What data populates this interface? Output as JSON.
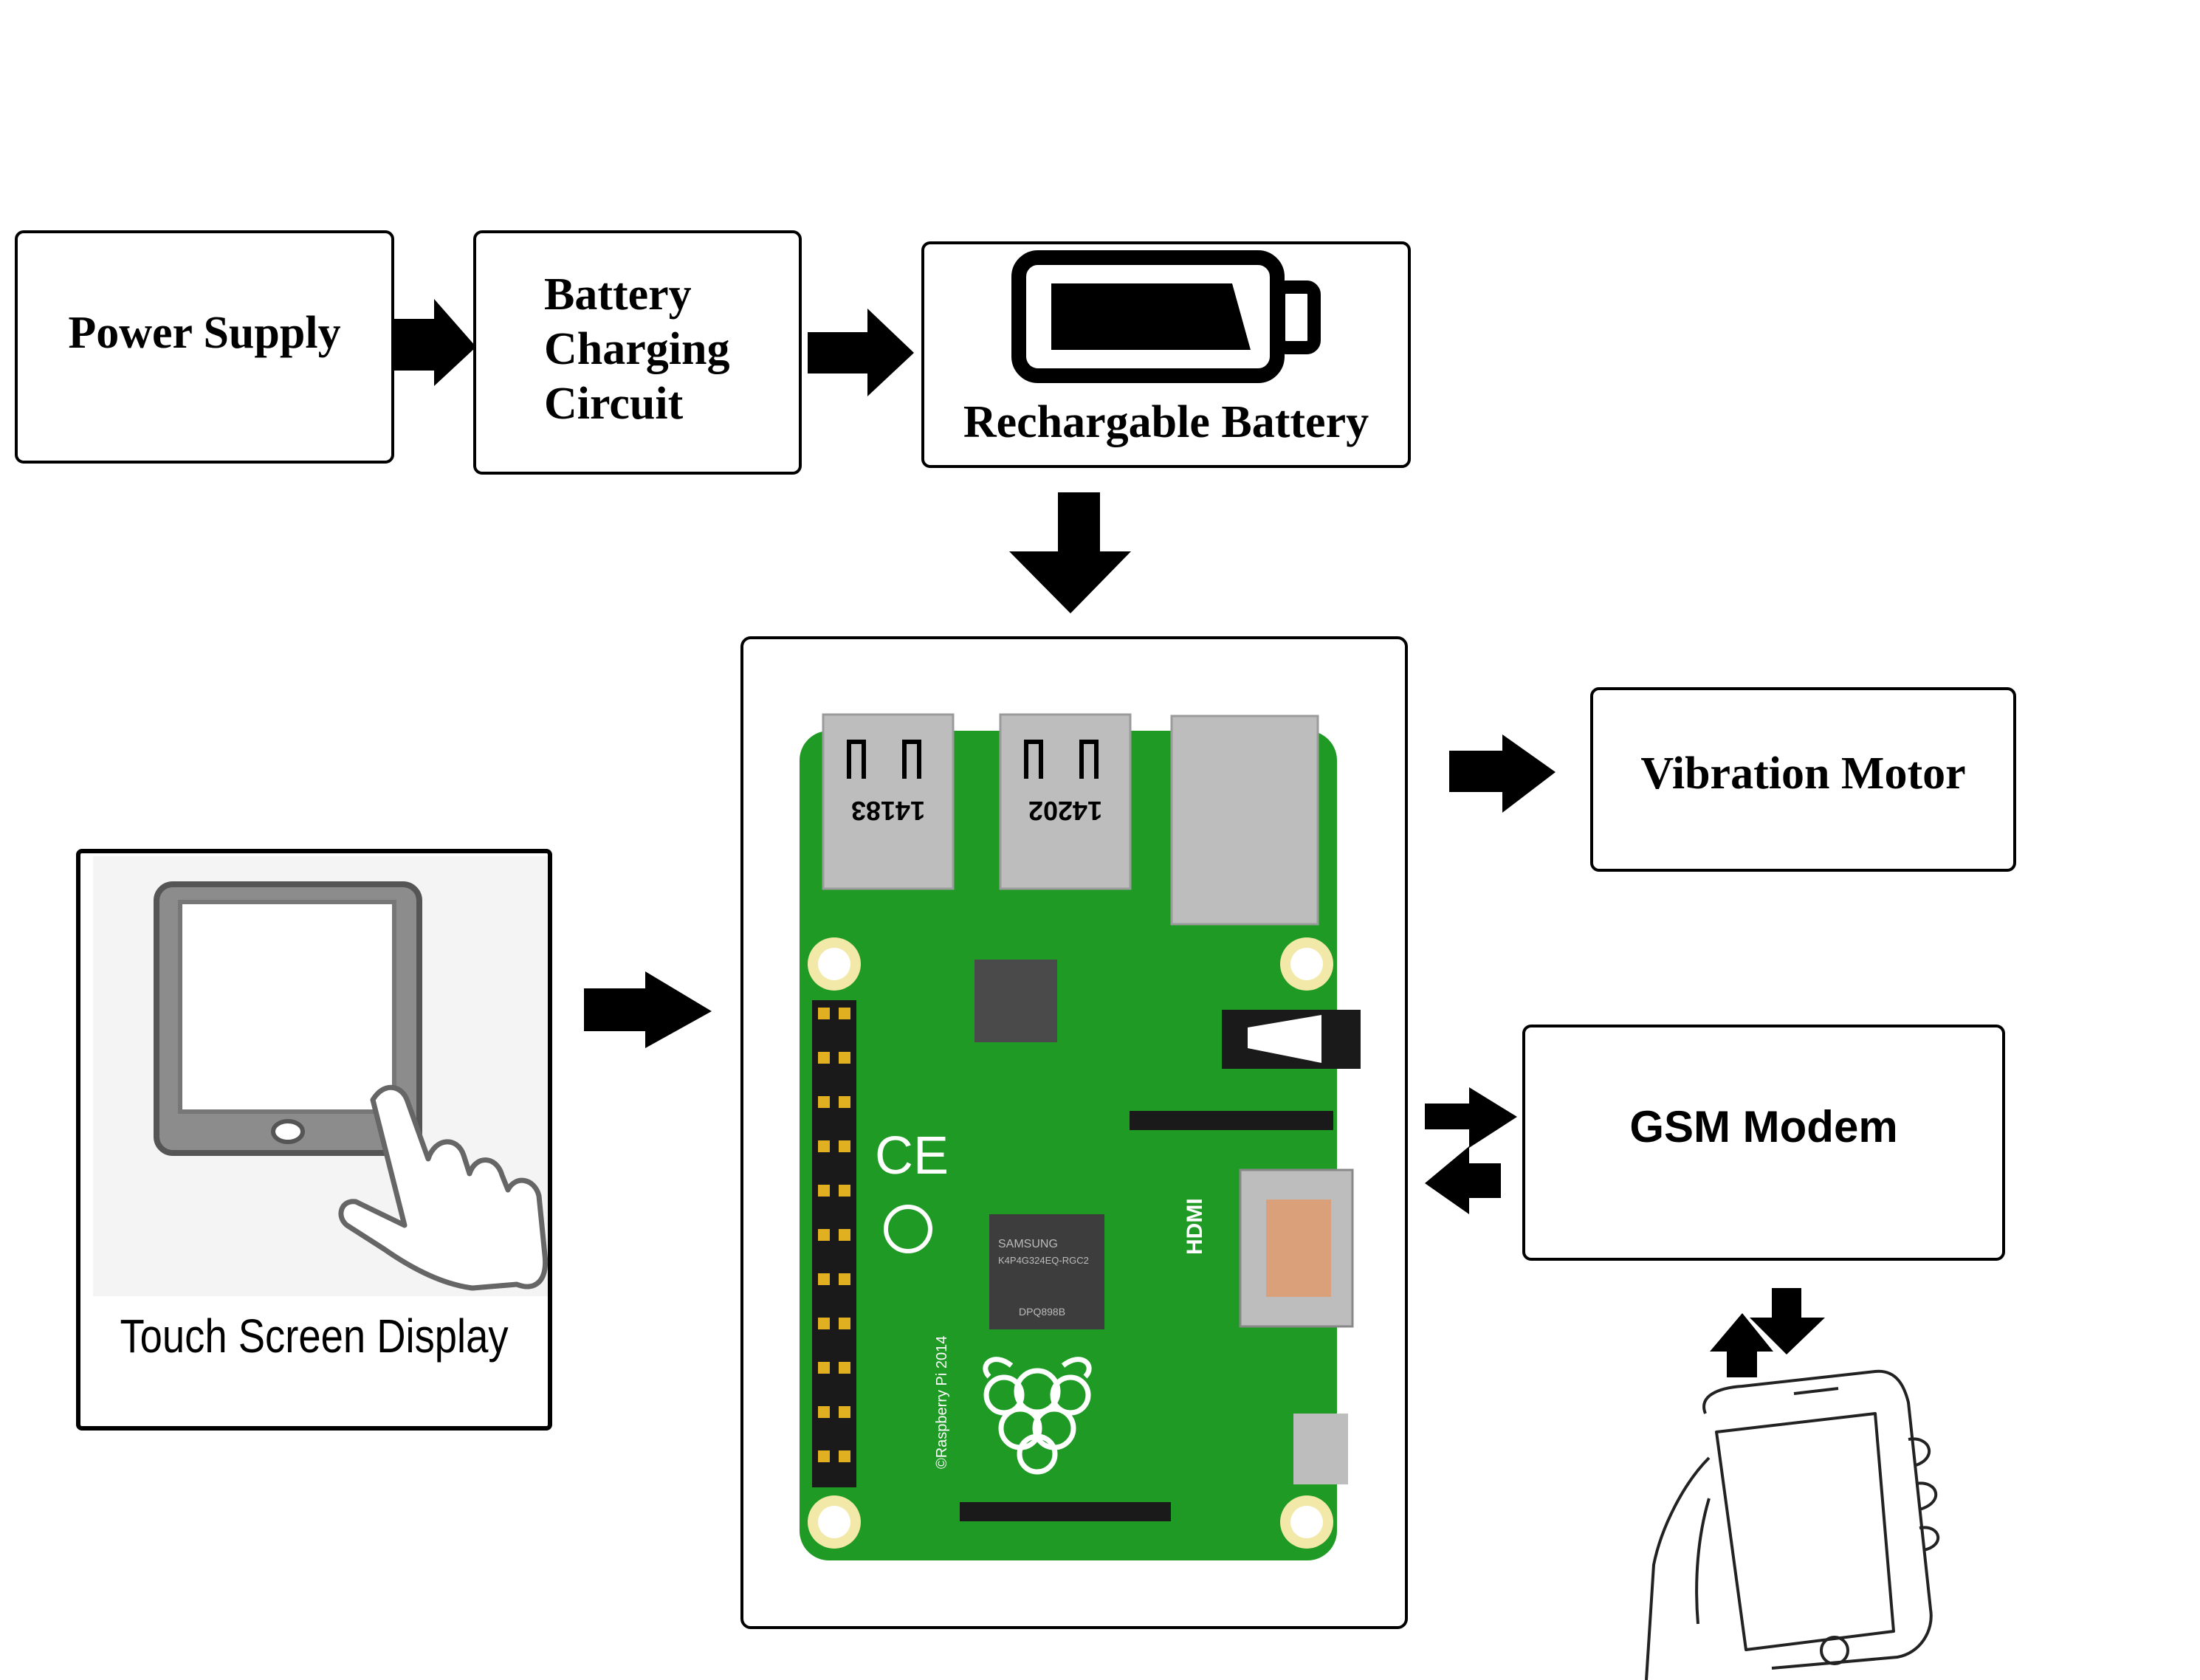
{
  "blocks": {
    "power_supply": "Power Supply",
    "battery_charging_circuit": [
      "Battery",
      "Charging",
      "Circuit"
    ],
    "rechargeable_battery": "Rechargable Battery",
    "vibration_motor": "Vibration Motor",
    "gsm_modem": "GSM Modem",
    "touch_screen": "Touch Screen Display"
  },
  "board": {
    "usb_labels": [
      "14183",
      "14202"
    ],
    "chip_text": "SAMSUNG",
    "chip_part": "K4P4G324EQ-RGC2",
    "chip_code": "DPQ898B",
    "copyright": "©Raspberry Pi 2014",
    "hdmi": "HDMI",
    "colors": {
      "pcb": "#1f9a25",
      "pcb_dark": "#157a1a",
      "port": "#bdbdbd",
      "pad": "#f2e8a8"
    }
  }
}
